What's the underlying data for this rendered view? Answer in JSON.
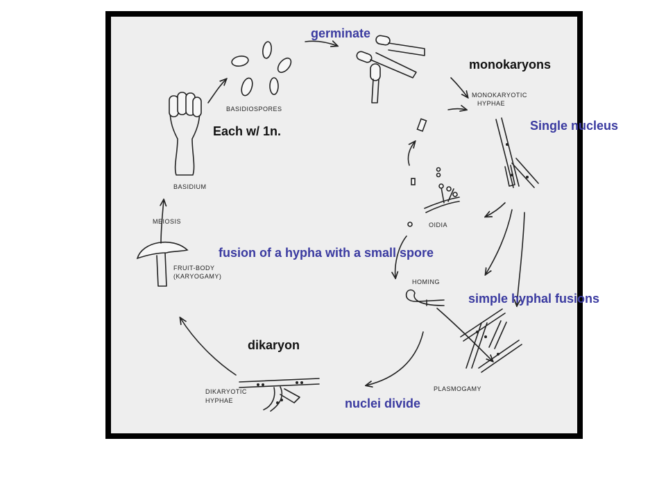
{
  "annotations": {
    "germinate": "germinate",
    "monokaryons": "monokaryons",
    "single_nucleus": "Single nucleus",
    "each_1n": "Each w/ 1n.",
    "fusion": "fusion of a hypha with a small spore",
    "simple_fusions": "simple hyphal fusions",
    "dikaryon": "dikaryon",
    "nuclei_divide": "nuclei divide"
  },
  "figure_labels": {
    "basidiospores": "BASIDIOSPORES",
    "monokaryotic_1": "MONOKARYOTIC",
    "monokaryotic_2": "HYPHAE",
    "basidium": "BASIDIUM",
    "meiosis": "MEIOSIS",
    "fruit_body_1": "FRUIT-BODY",
    "fruit_body_2": "(KARYOGAMY)",
    "oidia": "OIDIA",
    "homing": "HOMING",
    "plasmogamy": "PLASMOGAMY",
    "dikaryotic_1": "DIKARYOTIC",
    "dikaryotic_2": "HYPHAE"
  },
  "colors": {
    "annotation_blue": "#3a3aa0",
    "annotation_black": "#111111",
    "frame": "#000000",
    "paper": "#eeeeee"
  }
}
